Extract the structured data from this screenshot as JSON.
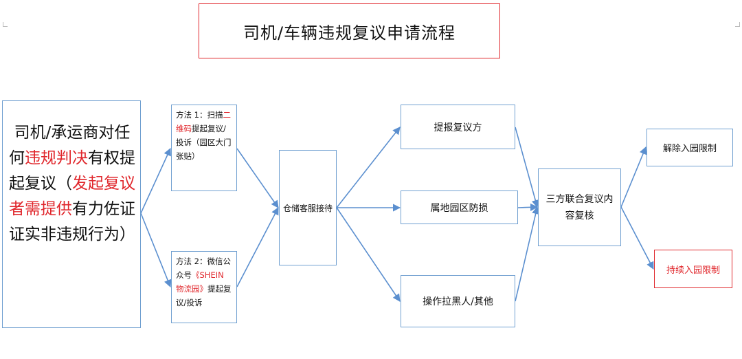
{
  "title": "司机/车辆违规复议申请流程",
  "driver": {
    "parts": [
      {
        "text": "司机/承运商对任何",
        "red": false
      },
      {
        "text": "违规判决",
        "red": true
      },
      {
        "text": "有权提起复议（",
        "red": false
      },
      {
        "text": "发起复议者需提供",
        "red": true
      },
      {
        "text": "有力佐证证实非违规行为）",
        "red": false
      }
    ]
  },
  "method1": {
    "parts": [
      {
        "text": "方法 1：扫描",
        "red": false
      },
      {
        "text": "二维码",
        "red": true
      },
      {
        "text": "提起复议/投诉（园区大门张贴）",
        "red": false
      }
    ]
  },
  "method2": {
    "parts": [
      {
        "text": "方法 2：微信公众号",
        "red": false
      },
      {
        "text": "《SHEIN 物流园》",
        "red": true
      },
      {
        "text": "提起复议/投诉",
        "red": false
      }
    ]
  },
  "reception": "仓储客服接待",
  "report": "提报复议方",
  "security": "属地园区防损",
  "blacklist": "操作拉黑人/其他",
  "joint": "三方联合复议内容复核",
  "release": "解除入园限制",
  "continue": "持续入园限制",
  "colors": {
    "border": "#6f9fd0",
    "red": "#e0262b",
    "line": "#5b8fcf"
  }
}
